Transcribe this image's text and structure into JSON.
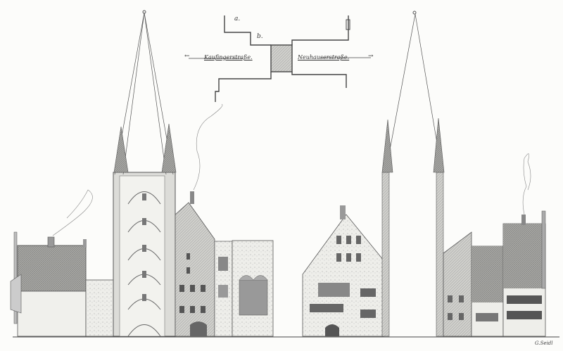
{
  "title": "Architectural elevation drawing of two city gate towers with street plan",
  "plan": {
    "label_a": "a.",
    "label_b": "b.",
    "street_left": "Kaufingerstraße.",
    "street_right": "Neuhauserstraße.",
    "arrow_left": "←",
    "arrow_right": "→"
  },
  "signature": "G.Seidl",
  "colors": {
    "paper": "#fcfcfa",
    "ink": "#3a3a3a",
    "roof": "#9a9a96",
    "wall": "#d6d6d2",
    "window": "#5a5a58"
  }
}
